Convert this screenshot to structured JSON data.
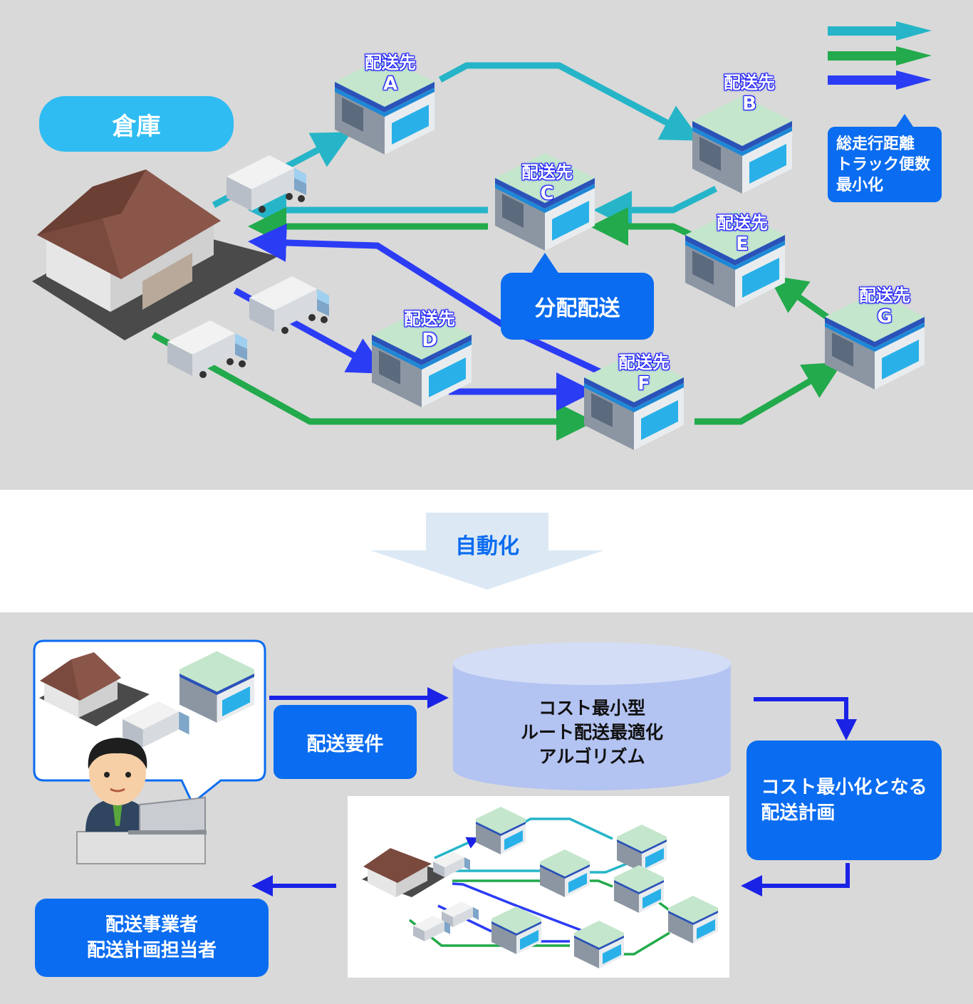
{
  "top": {
    "warehouse_label": "倉庫",
    "destinations": [
      {
        "line1": "配送先",
        "line2": "A"
      },
      {
        "line1": "配送先",
        "line2": "B"
      },
      {
        "line1": "配送先",
        "line2": "C"
      },
      {
        "line1": "配送先",
        "line2": "D"
      },
      {
        "line1": "配送先",
        "line2": "E"
      },
      {
        "line1": "配送先",
        "line2": "F"
      },
      {
        "line1": "配送先",
        "line2": "G"
      }
    ],
    "legend": {
      "line1": "総走行距離",
      "line2": "トラック便数",
      "line3": "最小化"
    },
    "callout": "分配配送",
    "colors": {
      "route1": "#26b5c8",
      "route2": "#22aa4c",
      "route3": "#2b3cf5",
      "box": "#0a6cf0"
    }
  },
  "middle": {
    "automation_label": "自動化"
  },
  "bottom": {
    "requirements_label": "配送要件",
    "algorithm": {
      "line1": "コスト最小型",
      "line2": "ルート配送最適化",
      "line3": "アルゴリズム"
    },
    "result": {
      "line1": "コスト最小化となる",
      "line2": "配送計画"
    },
    "operator": {
      "line1": "配送事業者",
      "line2": "配送計画担当者"
    }
  }
}
